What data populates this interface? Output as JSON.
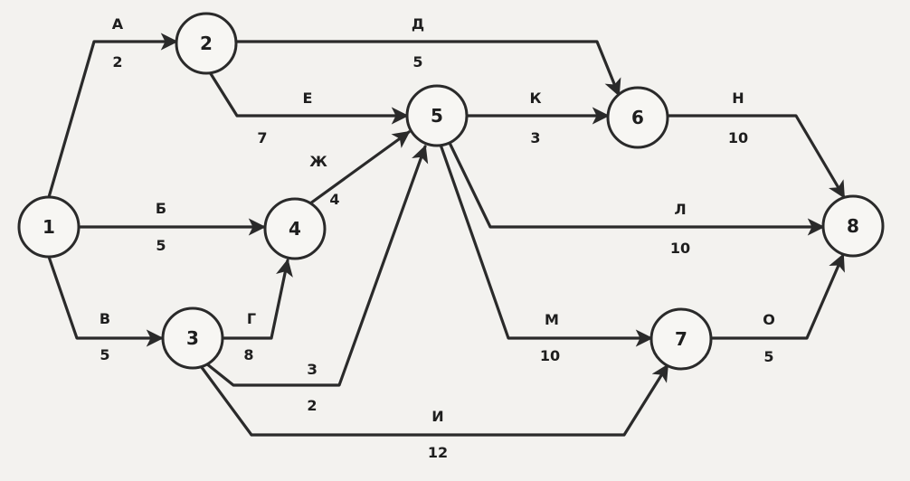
{
  "nodes": [
    {
      "id": "1"
    },
    {
      "id": "2"
    },
    {
      "id": "3"
    },
    {
      "id": "4"
    },
    {
      "id": "5"
    },
    {
      "id": "6"
    },
    {
      "id": "7"
    },
    {
      "id": "8"
    }
  ],
  "edges": [
    {
      "from": "1",
      "to": "2",
      "label": "А",
      "weight": "2"
    },
    {
      "from": "1",
      "to": "4",
      "label": "Б",
      "weight": "5"
    },
    {
      "from": "1",
      "to": "3",
      "label": "В",
      "weight": "5"
    },
    {
      "from": "3",
      "to": "4",
      "label": "Г",
      "weight": "8"
    },
    {
      "from": "2",
      "to": "6",
      "label": "Д",
      "weight": "5"
    },
    {
      "from": "2",
      "to": "5",
      "label": "Е",
      "weight": "7"
    },
    {
      "from": "4",
      "to": "5",
      "label": "Ж",
      "weight": "4"
    },
    {
      "from": "3",
      "to": "5",
      "label": "З",
      "weight": "2"
    },
    {
      "from": "3",
      "to": "7",
      "label": "И",
      "weight": "12"
    },
    {
      "from": "5",
      "to": "6",
      "label": "К",
      "weight": "3"
    },
    {
      "from": "5",
      "to": "8",
      "label": "Л",
      "weight": "10"
    },
    {
      "from": "5",
      "to": "7",
      "label": "М",
      "weight": "10"
    },
    {
      "from": "6",
      "to": "8",
      "label": "Н",
      "weight": "10"
    },
    {
      "from": "7",
      "to": "8",
      "label": "О",
      "weight": "5"
    }
  ]
}
